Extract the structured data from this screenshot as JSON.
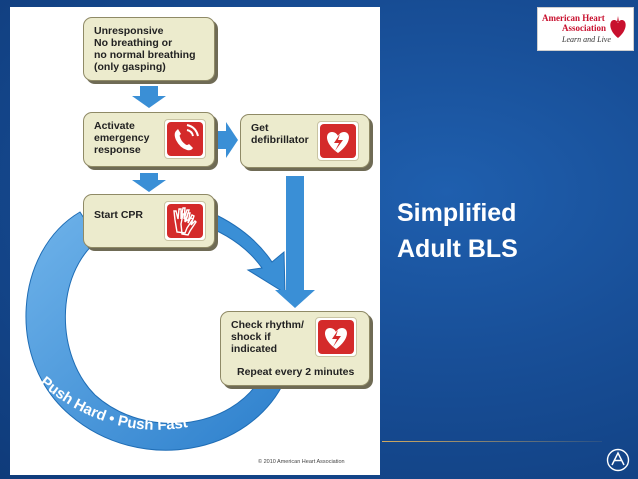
{
  "slide": {
    "title_line1": "Simplified",
    "title_line2": "Adult BLS"
  },
  "flowchart": {
    "box_unresponsive": {
      "text": "Unresponsive\nNo breathing or\nno normal breathing\n(only gasping)"
    },
    "box_activate": {
      "text": "Activate\nemergency\nresponse",
      "icon": "phone-icon"
    },
    "box_defibrillator": {
      "text": "Get\ndefibrillator",
      "icon": "heart-defibrillator-icon"
    },
    "box_cpr": {
      "text": "Start CPR",
      "icon": "hands-icon"
    },
    "box_check": {
      "text": "Check rhythm/\nshock if\nindicated",
      "repeat_text": "Repeat every 2 minutes",
      "icon": "heart-defibrillator-icon"
    },
    "loop_text": "Push Hard • Push Fast",
    "copyright": "© 2010 American Heart Association"
  },
  "logo": {
    "line1": "American Heart",
    "line2": "Association",
    "tagline": "Learn and Live"
  },
  "colors": {
    "background": "#184f98",
    "arrow_blue": "#3a8fd6",
    "box_fill": "#ecebcd",
    "icon_red": "#d42a2a"
  }
}
